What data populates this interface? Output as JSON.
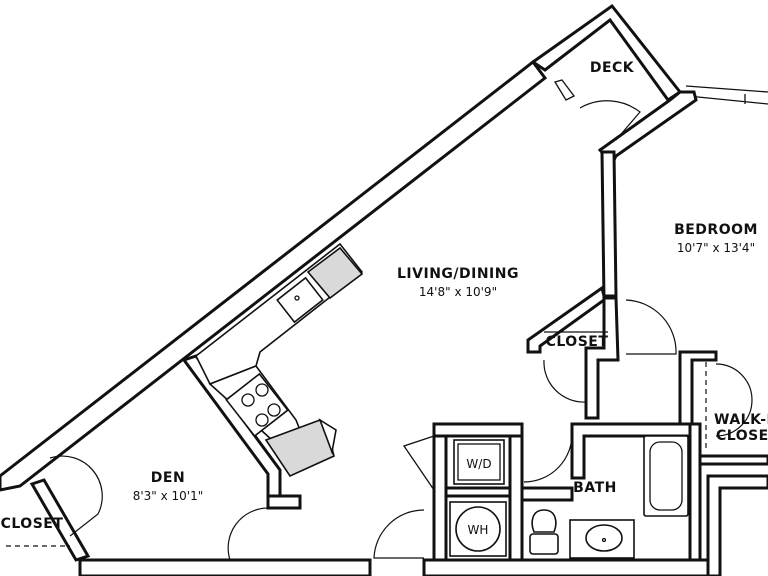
{
  "rooms": {
    "deck": {
      "name": "DECK"
    },
    "bedroom": {
      "name": "BEDROOM",
      "dimensions": "10'7\" x 13'4\""
    },
    "living": {
      "name": "LIVING/DINING",
      "dimensions": "14'8\" x 10'9\""
    },
    "den": {
      "name": "DEN",
      "dimensions": "8'3\" x 10'1\""
    },
    "bath": {
      "name": "BATH"
    },
    "closet_center": {
      "name": "CLOSET"
    },
    "closet_left": {
      "name": "CLOSET"
    },
    "walkin": {
      "line1": "WALK-I",
      "line2": "CLOSE"
    }
  },
  "appliances": {
    "washer_dryer": "W/D",
    "water_heater": "WH"
  }
}
